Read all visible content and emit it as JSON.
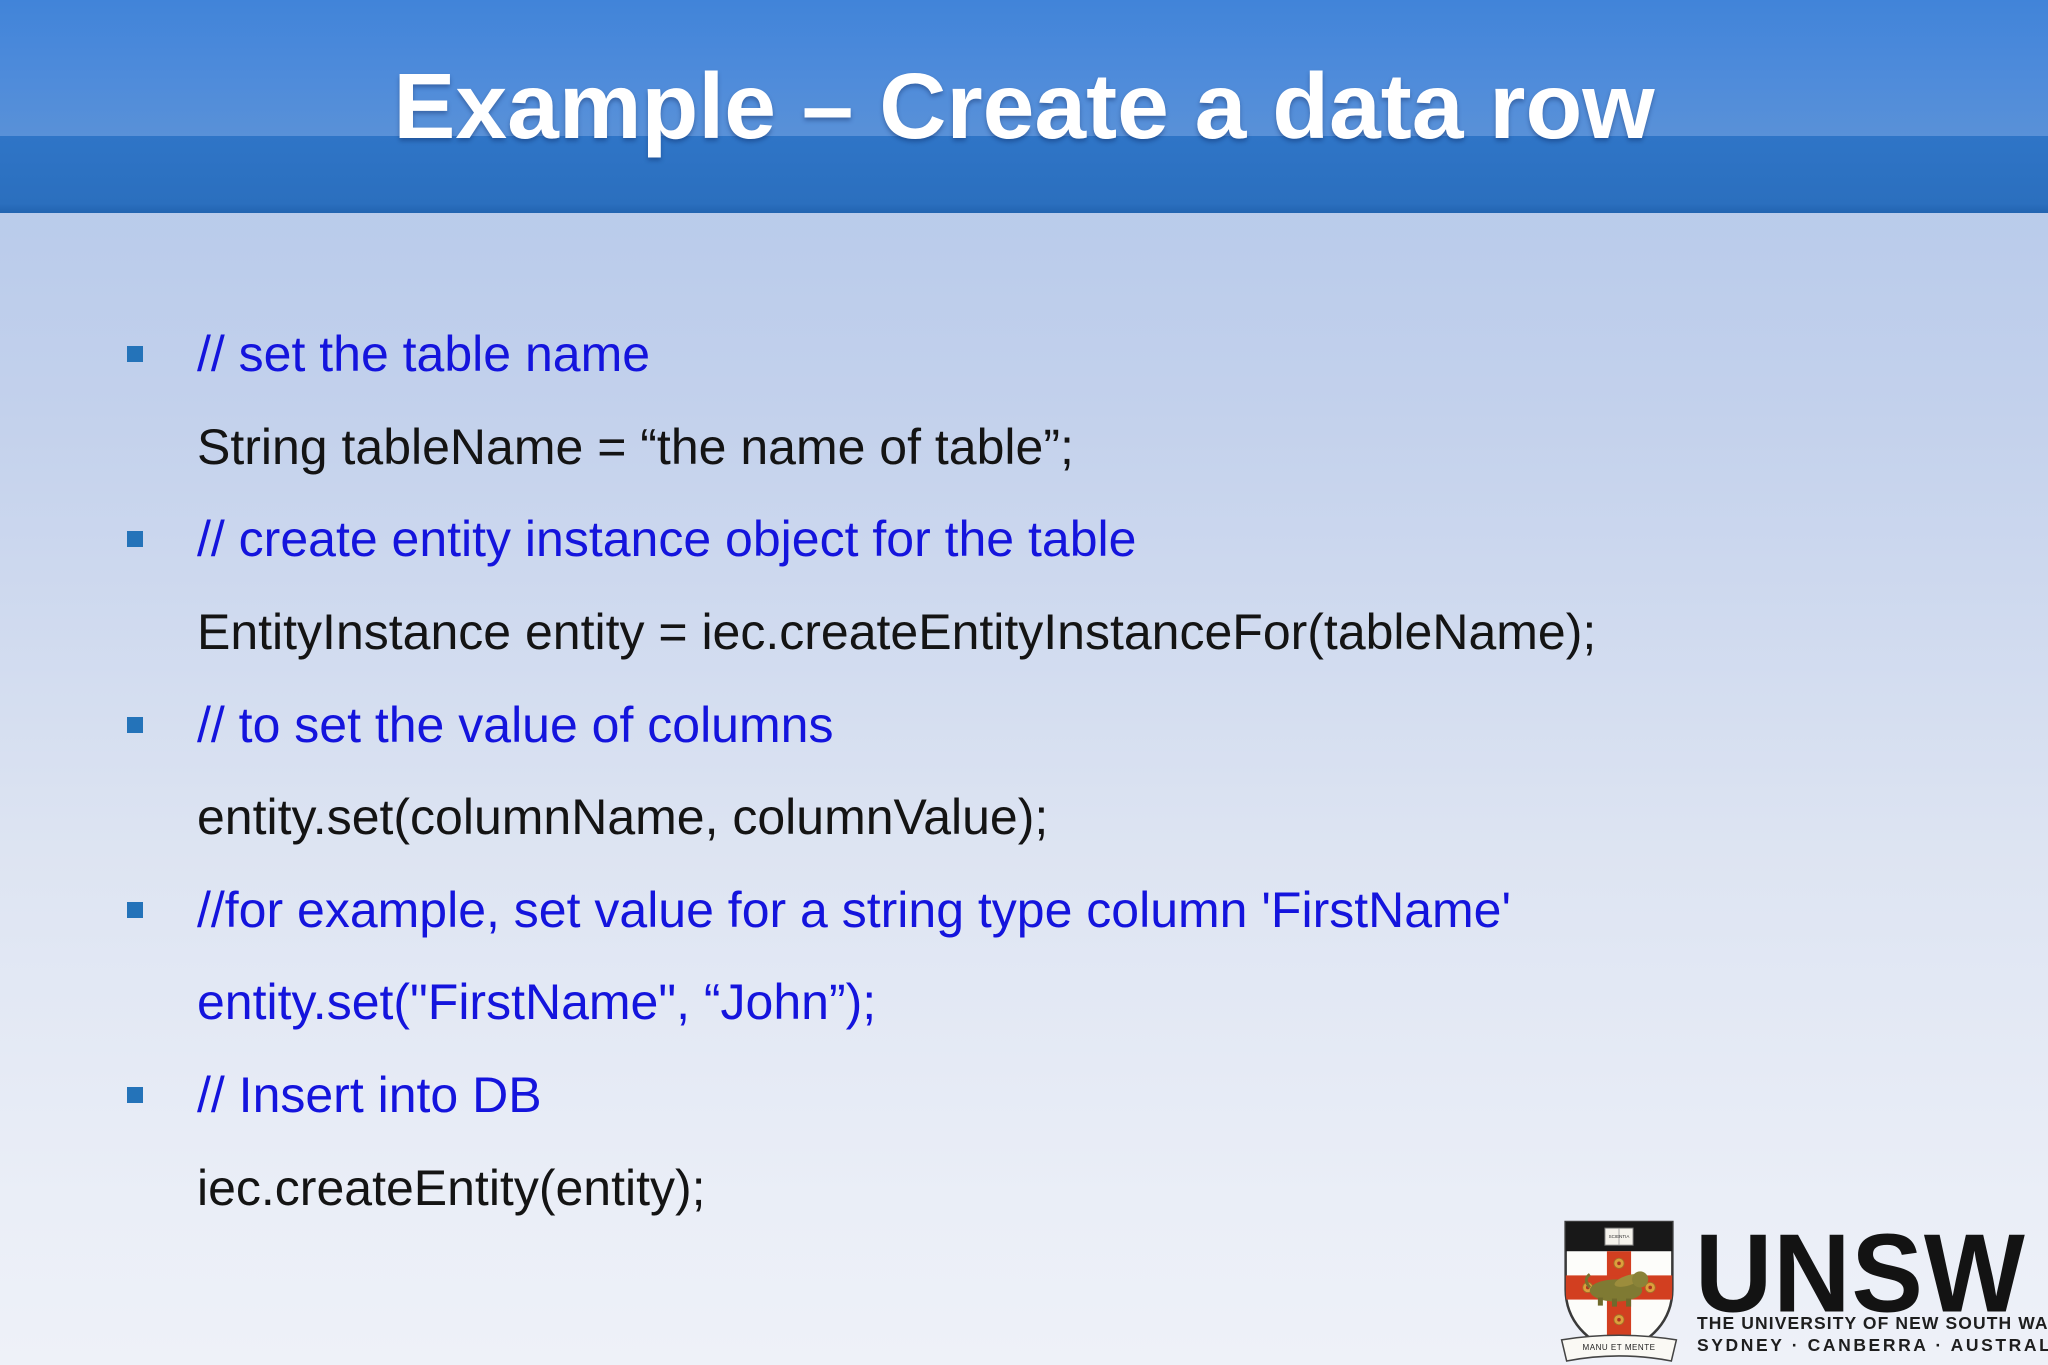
{
  "slide": {
    "title": "Example – Create a data row",
    "lines": [
      {
        "bullet": true,
        "color": "blue",
        "text": "// set the table name"
      },
      {
        "bullet": false,
        "color": "black",
        "text": "String tableName = “the name of table”;"
      },
      {
        "bullet": true,
        "color": "blue",
        "text": "// create entity instance object for the table"
      },
      {
        "bullet": false,
        "color": "black",
        "text": "EntityInstance entity = iec.createEntityInstanceFor(tableName);"
      },
      {
        "bullet": true,
        "color": "blue",
        "text": "// to set the value of columns"
      },
      {
        "bullet": false,
        "color": "black",
        "text": "entity.set(columnName, columnValue);"
      },
      {
        "bullet": true,
        "color": "blue",
        "text": "//for example, set value for a string type column 'FirstName'"
      },
      {
        "bullet": false,
        "color": "blue",
        "text": "entity.set(\"FirstName\", “John”);"
      },
      {
        "bullet": true,
        "color": "blue",
        "text": "// Insert into DB"
      },
      {
        "bullet": false,
        "color": "black",
        "text": "iec.createEntity(entity);"
      }
    ]
  },
  "logo": {
    "wordmark": "UNSW",
    "line1": "THE UNIVERSITY OF NEW SOUTH WALES",
    "line2": "SYDNEY · CANBERRA · AUSTRALIA",
    "crest_scientia": "SCIENTIA",
    "crest_motto": "MANU ET MENTE"
  },
  "colors": {
    "header_blue_top": "#4589db",
    "header_blue_band": "#2d73c4",
    "body_gradient_top": "#afc5e9",
    "body_gradient_bottom": "#eef1f8",
    "comment_blue": "#1414dd",
    "code_black": "#141414",
    "bullet_square": "#2473b9",
    "crest_red": "#d23f20",
    "crest_gold": "#dd9f3c"
  }
}
